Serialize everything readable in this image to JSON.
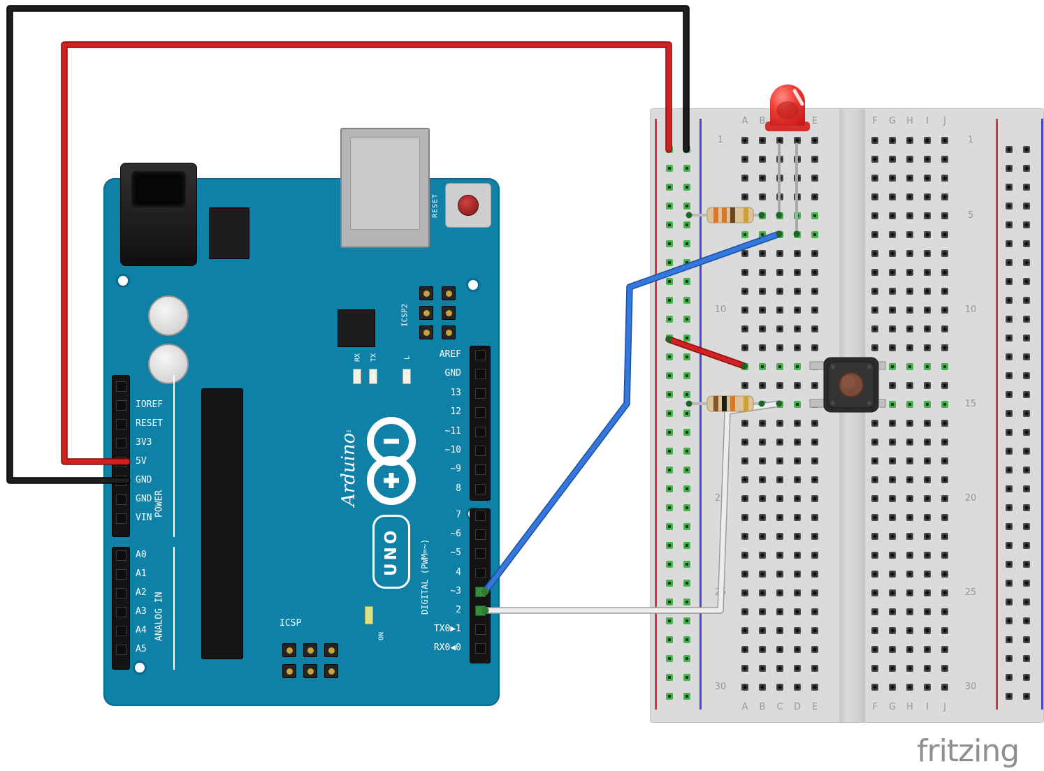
{
  "meta": {
    "watermark": "fritzing"
  },
  "colors": {
    "board_teal": "#0f81a7",
    "breadboard_gray": "#dbdbdb",
    "rail_red": "#cf3b3b",
    "rail_blue": "#4949c8",
    "hole_connected_green": "#47b24d",
    "wire_outline_dark": "#7e1010"
  },
  "arduino": {
    "brand": "Arduino",
    "brand_tm": "™",
    "model": "UNO",
    "reset_button_label": "RESET",
    "icsp2_label": "ICSP2",
    "icsp_label": "ICSP",
    "tx_label": "TX",
    "rx_label": "RX",
    "l_label": "L",
    "on_label": "ON",
    "power_section_label": "POWER",
    "analog_section_label": "ANALOG IN",
    "digital_section_label": "DIGITAL (PWM=~)",
    "power_pins": [
      "IOREF",
      "RESET",
      "3V3",
      "5V",
      "GND",
      "GND",
      "VIN"
    ],
    "analog_pins": [
      "A0",
      "A1",
      "A2",
      "A3",
      "A4",
      "A5"
    ],
    "digital_pins_upper": [
      "AREF",
      "GND",
      "13",
      "12",
      "~11",
      "~10",
      "~9",
      "8"
    ],
    "digital_pins_lower": [
      "7",
      "~6",
      "~5",
      "4",
      "~3",
      "2",
      "TX0▶1",
      "RX0◀0"
    ]
  },
  "breadboard": {
    "rows": 30,
    "columns_left": [
      "A",
      "B",
      "C",
      "D",
      "E"
    ],
    "columns_right": [
      "F",
      "G",
      "H",
      "I",
      "J"
    ],
    "row_labels": [
      "1",
      "5",
      "10",
      "15",
      "20",
      "25",
      "30"
    ],
    "row_label_rows": [
      1,
      5,
      10,
      15,
      20,
      25,
      30
    ],
    "connected_rows_left": [
      5,
      6,
      13,
      15
    ],
    "connected_rows_right": [
      13,
      15
    ],
    "left_rail_connected": true,
    "right_rail_connected": false
  },
  "wires": {
    "ground_black": {
      "color": "#1e1e1e",
      "from": "Arduino GND",
      "to": "breadboard - rail"
    },
    "power_red": {
      "color": "#d32121",
      "from": "Arduino 5V",
      "to": "breadboard + rail"
    },
    "signal_blue": {
      "color": "#3477dd",
      "from": "Arduino pin ~3",
      "to": "breadboard row 6"
    },
    "signal_white": {
      "color": "#ededed",
      "from": "Arduino pin 2",
      "to": "breadboard row 15"
    },
    "jumper_red": {
      "color": "#d32121",
      "from": "+ rail",
      "to": "breadboard row 13"
    }
  },
  "components": {
    "led": {
      "name": "red LED",
      "color": "#d2302a"
    },
    "resistor_1": {
      "body": "#dcc49a",
      "band_colors": [
        "#e0761f",
        "#e0761f",
        "#6b4423",
        "#c9a23c"
      ]
    },
    "resistor_2": {
      "body": "#dcc49a",
      "band_colors": [
        "#8a512a",
        "#1c1c1c",
        "#e0761f",
        "#c9a23c"
      ]
    },
    "pushbutton": {
      "body": "#2b2b2b",
      "cap": "#7c4b3a"
    }
  }
}
